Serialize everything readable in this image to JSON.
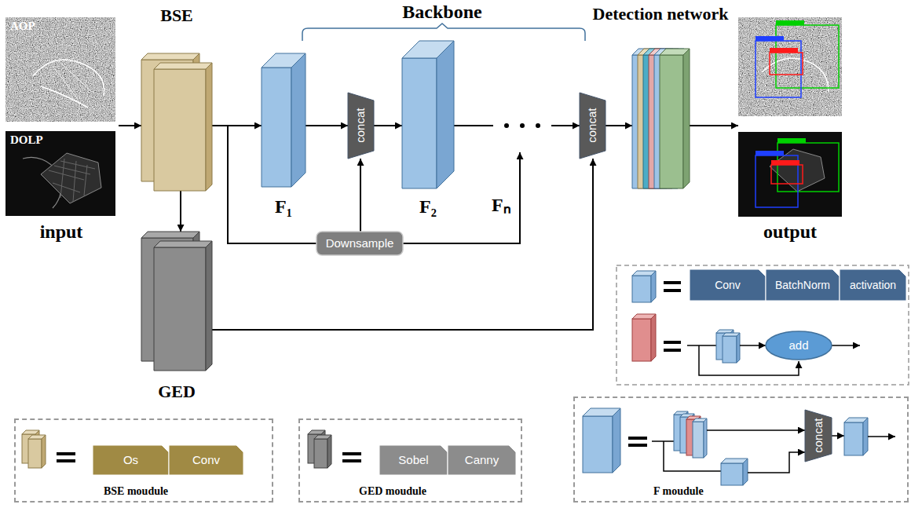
{
  "diagram": {
    "nodes": [
      {
        "text": [
          "input"
        ]
      },
      {
        "text": [
          "AOP"
        ],
        "in": 0
      },
      {
        "text": [
          "DOLP"
        ],
        "in": 0
      },
      {
        "text": [
          "BSE"
        ]
      },
      {
        "text": [
          "F₁"
        ]
      },
      {
        "text": [
          "concat"
        ]
      },
      {
        "text": [
          "F₂"
        ]
      },
      {
        "text": [
          "concat"
        ]
      },
      {
        "text": [
          "Detection network"
        ]
      },
      {
        "text": [
          "output"
        ]
      },
      {
        "text": [
          "Downsample"
        ]
      },
      {
        "text": [
          "GED"
        ]
      },
      {
        "text": [
          "Conv"
        ]
      },
      {
        "text": [
          "BatchNorm"
        ]
      },
      {
        "text": [
          "activation"
        ]
      },
      {
        "text": [
          "add"
        ]
      },
      {
        "text": [
          "BSE moudule"
        ]
      },
      {
        "text": [
          "Os"
        ],
        "in": 16
      },
      {
        "text": [
          "Conv"
        ],
        "in": 16
      },
      {
        "text": [
          "GED moudule"
        ]
      },
      {
        "text": [
          "Sobel"
        ],
        "in": 19
      },
      {
        "text": [
          "Canny"
        ],
        "in": 19
      },
      {
        "text": [
          "F moudule"
        ]
      },
      {
        "text": [
          "concat"
        ],
        "in": 22
      }
    ],
    "edges": [
      {
        "from": 0,
        "to": 3,
        "arrow": "to"
      },
      {
        "from": 3,
        "to": 4,
        "arrow": "to"
      },
      {
        "from": 4,
        "to": 5,
        "arrow": "to"
      },
      {
        "from": 5,
        "to": 6,
        "arrow": "to"
      },
      {
        "from": 6,
        "to": 7,
        "arrow": "to"
      },
      {
        "from": 7,
        "to": 8,
        "arrow": "to"
      },
      {
        "from": 8,
        "to": 9,
        "arrow": "to"
      },
      {
        "from": 3,
        "to": 11,
        "arrow": "to"
      },
      {
        "from": 11,
        "to": 7,
        "arrow": "to"
      },
      {
        "from": 3,
        "to": 10,
        "arrow": "none"
      },
      {
        "from": 10,
        "to": 5,
        "arrow": "to"
      }
    ],
    "labels": [
      "Backbone",
      "Fₙ"
    ]
  }
}
